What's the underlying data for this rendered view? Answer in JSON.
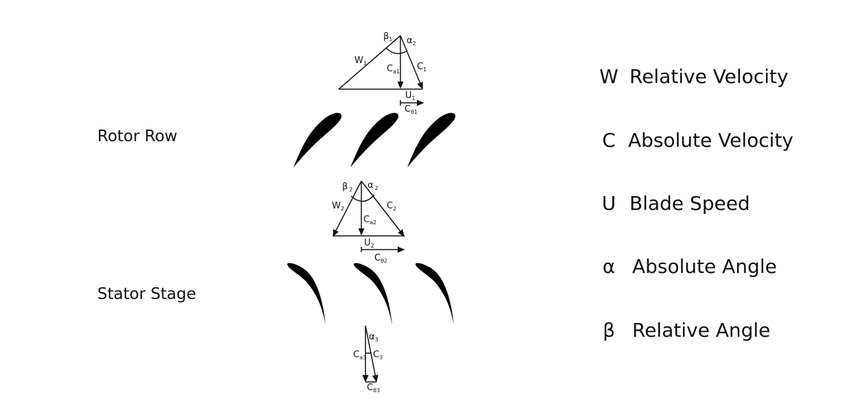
{
  "rows": {
    "rotor": "Rotor Row",
    "stator": "Stator Stage"
  },
  "inlet_triangle": {
    "beta": "β",
    "beta_sub": "1",
    "alpha": "α",
    "alpha_sub": "2",
    "w": "W",
    "w_sub": "1",
    "c": "C",
    "c_sub": "1",
    "ca": "C",
    "ca_sub": "a1",
    "u": "U",
    "u_sub": "1",
    "ctheta": "C",
    "ctheta_sub": "θ1"
  },
  "middle_triangle": {
    "beta": "β",
    "beta_sub": "2",
    "alpha": "α",
    "alpha_sub": "2",
    "w": "W",
    "w_sub": "2",
    "c": "C",
    "c_sub": "2",
    "ca": "C",
    "ca_sub": "a2",
    "u": "U",
    "u_sub": "2",
    "ctheta": "C",
    "ctheta_sub": "θ2"
  },
  "exit_triangle": {
    "alpha": "α",
    "alpha_sub": "3",
    "ca": "C",
    "ca_sub": "a3",
    "c": "C",
    "c_sub": "3",
    "ctheta": "C",
    "ctheta_sub": "θ3"
  },
  "legend": [
    {
      "symbol": "W",
      "text": "Relative Velocity"
    },
    {
      "symbol": "C",
      "text": "Absolute Velocity"
    },
    {
      "symbol": "U",
      "text": "Blade Speed"
    },
    {
      "symbol": "α",
      "text": "Absolute Angle"
    },
    {
      "symbol": "β",
      "text": "Relative Angle"
    }
  ]
}
